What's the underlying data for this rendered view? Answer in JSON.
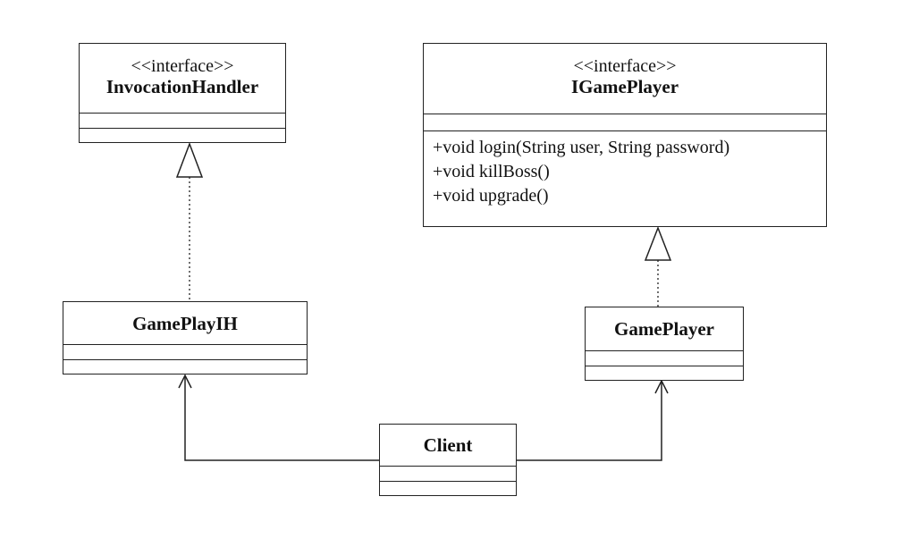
{
  "classes": {
    "invocation_handler": {
      "stereotype": "<<interface>>",
      "name": "InvocationHandler"
    },
    "igame_player": {
      "stereotype": "<<interface>>",
      "name": "IGamePlayer",
      "methods": [
        "+void login(String user, String password)",
        "+void killBoss()",
        "+void upgrade()"
      ]
    },
    "game_play_ih": {
      "name": "GamePlayIH"
    },
    "game_player": {
      "name": "GamePlayer"
    },
    "client": {
      "name": "Client"
    }
  },
  "relationships": [
    {
      "from": "GamePlayIH",
      "to": "InvocationHandler",
      "type": "realization"
    },
    {
      "from": "GamePlayer",
      "to": "IGamePlayer",
      "type": "realization"
    },
    {
      "from": "Client",
      "to": "GamePlayIH",
      "type": "association"
    },
    {
      "from": "Client",
      "to": "GamePlayer",
      "type": "association"
    }
  ],
  "colors": {
    "line": "#222222",
    "background": "#ffffff"
  }
}
